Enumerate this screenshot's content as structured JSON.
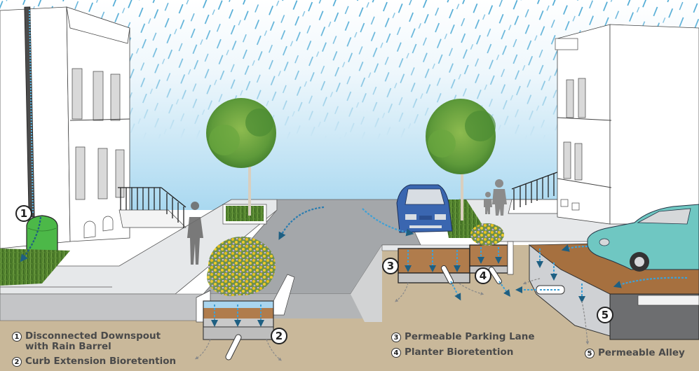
{
  "diagram": {
    "subject": "Green stormwater infrastructure street cross-section in rain",
    "colors": {
      "sky_top": "#ffffff",
      "sky_bottom": "#a9d8f0",
      "rain": "#3fa3d1",
      "road": "#a4a7aa",
      "sidewalk": "#e6e8ea",
      "soil": "#c9b89a",
      "planter_soil": "#b07c4c",
      "gravel": "#bdbdbd",
      "water_arrow": "#3ea0d6",
      "water_arrow_head": "#1e5f82",
      "rain_barrel": "#4cb848",
      "car_blue": "#3a66b0",
      "car_teal": "#6fc7c2",
      "label_text": "#4a4a4a"
    },
    "callouts": [
      {
        "id": "1",
        "label": "1"
      },
      {
        "id": "2",
        "label": "2"
      },
      {
        "id": "3",
        "label": "3"
      },
      {
        "id": "4",
        "label": "4"
      },
      {
        "id": "5",
        "label": "5"
      }
    ],
    "legend_left": [
      {
        "num": "1",
        "text": "Disconnected Downspout",
        "text2": "with Rain Barrel"
      },
      {
        "num": "2",
        "text": "Curb Extension Bioretention"
      }
    ],
    "legend_right": [
      {
        "num": "3",
        "text": "Permeable Parking Lane"
      },
      {
        "num": "4",
        "text": "Planter Bioretention"
      }
    ],
    "legend_alley": {
      "num": "5",
      "text": "Permeable Alley"
    }
  }
}
